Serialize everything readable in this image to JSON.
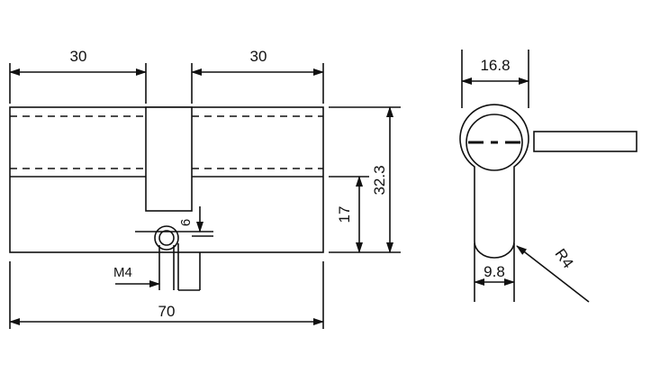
{
  "drawing": {
    "front_view": {
      "dim_left_half": "30",
      "dim_right_half": "30",
      "dim_total_length": "70",
      "dim_height": "32.3",
      "dim_cam_to_bottom": "17",
      "dim_screw_offset": "6",
      "dim_screw_thread": "M4"
    },
    "side_view": {
      "dim_top_width": "16.8",
      "dim_bottom_width": "9.8",
      "dim_radius": "R4"
    }
  },
  "colors": {
    "line": "#111111",
    "background": "#ffffff"
  }
}
